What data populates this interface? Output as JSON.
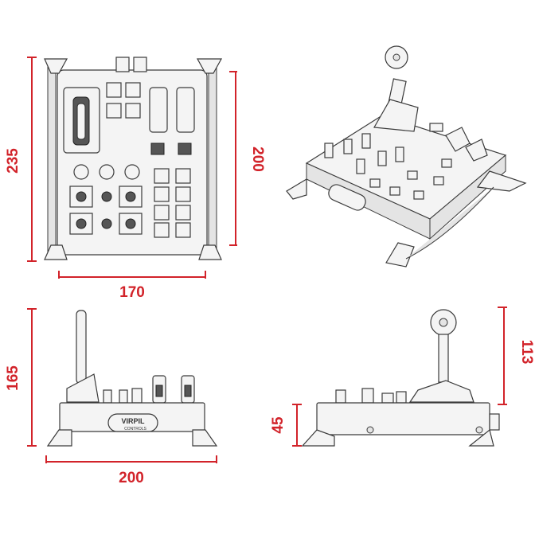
{
  "colors": {
    "dimension": "#d2232a",
    "line": "#444444",
    "body": "#f2f2f2"
  },
  "logo": {
    "brand": "VIRPIL",
    "sub": "CONTROLS"
  },
  "views": {
    "top": {
      "height_label": "235",
      "body_height_label": "200",
      "width_label": "170"
    },
    "front": {
      "height_label": "165",
      "width_label": "200"
    },
    "side": {
      "stick_height_label": "113",
      "body_height_label": "45"
    }
  }
}
